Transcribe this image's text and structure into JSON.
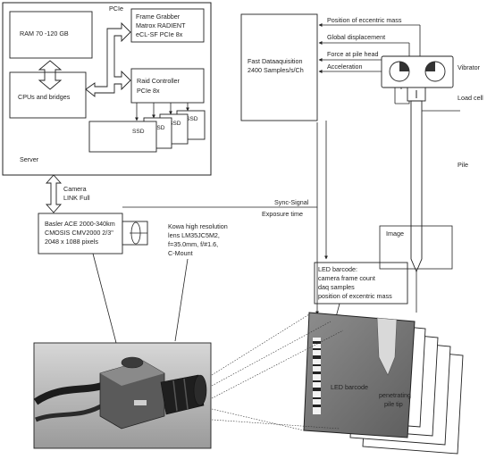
{
  "server": {
    "label": "Server",
    "ram": "RAM 70 -120 GB",
    "cpus": "CPUs and bridges",
    "pcie": "PCIe",
    "frame_grabber": [
      "Frame Grabber",
      "Matrox RADIENT",
      "eCL-SF PCIe 8x"
    ],
    "raid": [
      "Raid Controller",
      "PCIe 8x"
    ],
    "ssd_label": "SSD"
  },
  "camera_link": [
    "Camera",
    "LINK Full"
  ],
  "camera": [
    "Basler ACE 2000-340km",
    "CMOSIS CMV2000 2/3\"",
    "2048 x 1088 pixels"
  ],
  "lens": [
    "Kowa high resolution",
    "lens LM35JC5M2,",
    "f=35.0mm, f/#1.6,",
    "C-Mount"
  ],
  "daq": [
    "Fast Dataaquisition",
    "2400 Samples/s/Ch"
  ],
  "signals": [
    "Position of eccentric mass",
    "Global displacement",
    "Force at pile head",
    "Acceleration"
  ],
  "vibrator": "Vibrator",
  "load_cell": "Load cell",
  "pile": "Pile",
  "sync": [
    "Sync-Signal",
    "Exposure time"
  ],
  "image_label": "Image",
  "led_barcode": [
    "LED barcode:",
    "camera frame count",
    "daq samples",
    "position of excentric mass"
  ],
  "photo_labels": {
    "barcode": "LED barcode",
    "pile_tip": [
      "penetrating",
      "pile tip"
    ]
  }
}
